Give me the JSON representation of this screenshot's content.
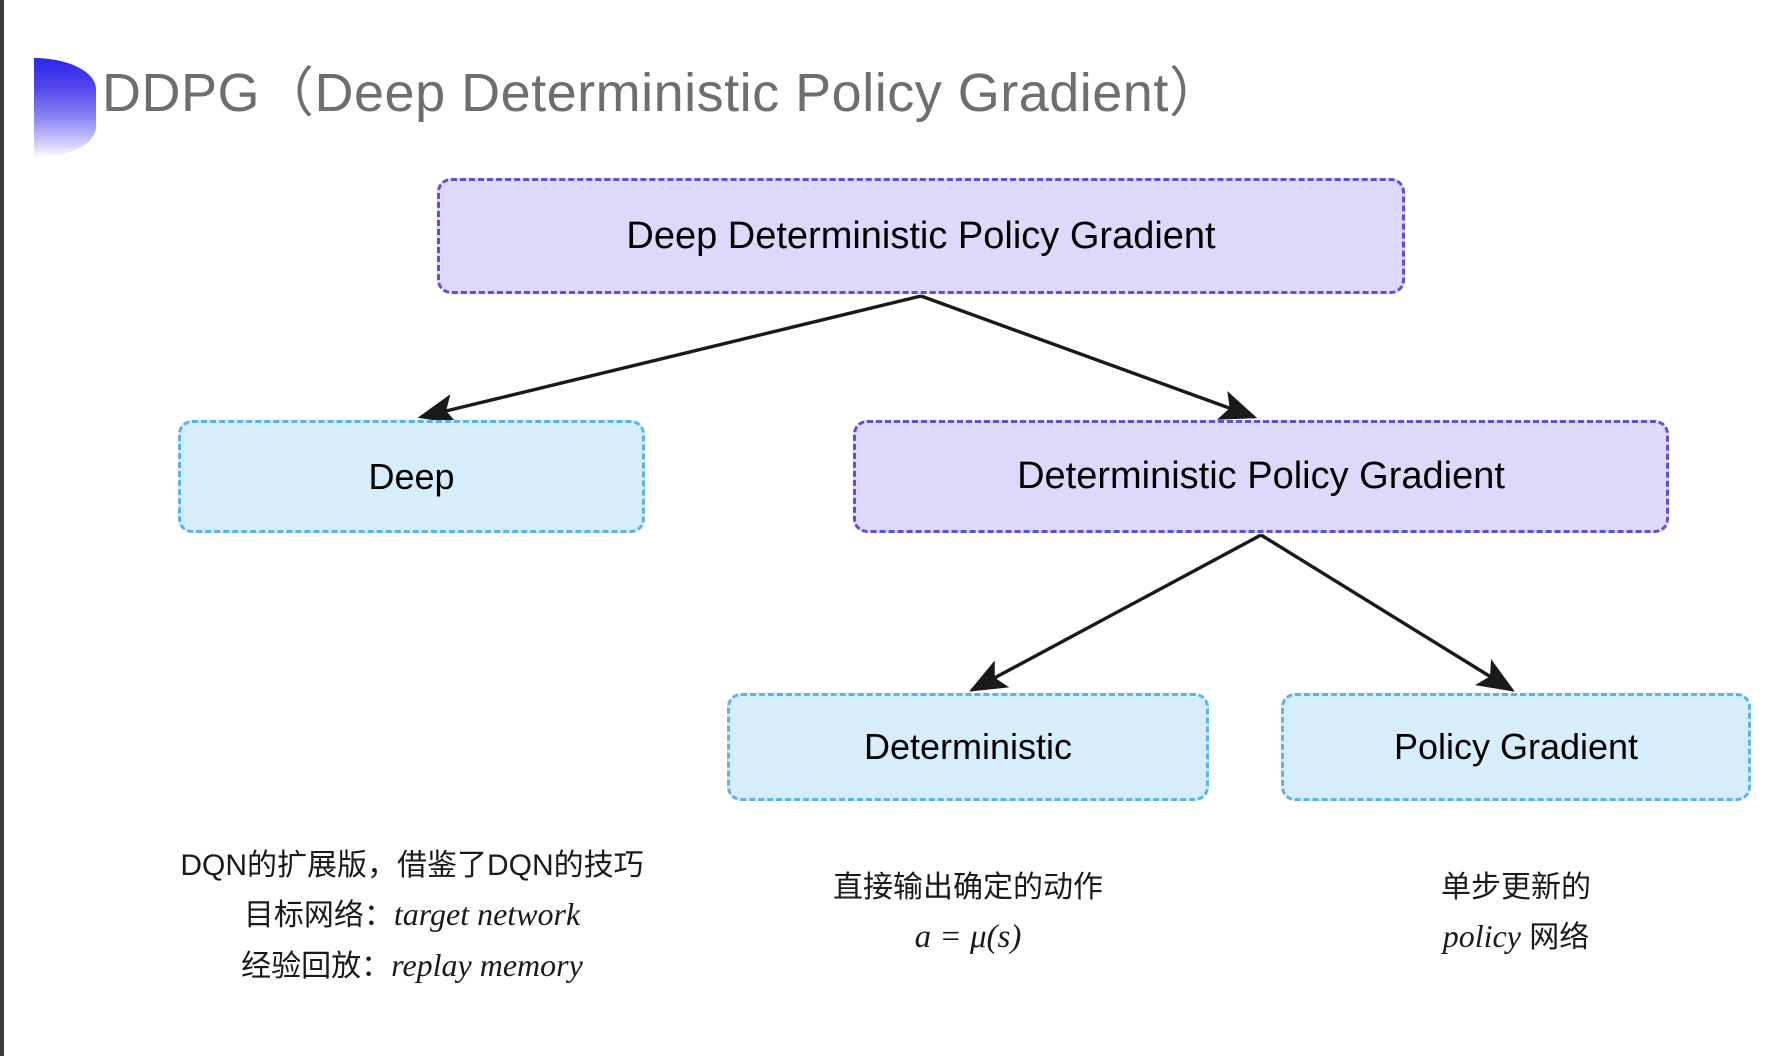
{
  "slide": {
    "title": "DDPG（Deep Deterministic Policy Gradient）",
    "background_color": "#ffffff",
    "accent_color": "#2a28e8"
  },
  "theme": {
    "purple_fill": "#dcd9fb",
    "purple_border": "#5b52d8",
    "blue_fill": "#d6edfb",
    "blue_border": "#5bb4e8",
    "arrow_color": "#1a1a1a",
    "title_color": "#6e6e6e"
  },
  "diagram": {
    "type": "tree",
    "nodes": [
      {
        "id": "root",
        "label": "Deep Deterministic Policy Gradient",
        "style": "purple",
        "level": 0
      },
      {
        "id": "deep",
        "label": "Deep",
        "style": "blue",
        "level": 1
      },
      {
        "id": "dpg",
        "label": "Deterministic Policy Gradient",
        "style": "purple",
        "level": 1
      },
      {
        "id": "det",
        "label": "Deterministic",
        "style": "blue",
        "level": 2
      },
      {
        "id": "pg",
        "label": "Policy Gradient",
        "style": "blue",
        "level": 2
      }
    ],
    "edges": [
      {
        "from": "root",
        "to": "deep"
      },
      {
        "from": "root",
        "to": "dpg"
      },
      {
        "from": "dpg",
        "to": "det"
      },
      {
        "from": "dpg",
        "to": "pg"
      }
    ]
  },
  "captions": {
    "deep": {
      "line1": "DQN的扩展版，借鉴了DQN的技巧",
      "line2_label": "目标网络：",
      "line2_term": "target network",
      "line3_label": "经验回放：",
      "line3_term": "replay memory"
    },
    "deterministic": {
      "line1": "直接输出确定的动作",
      "formula": "a = μ(s)"
    },
    "policy_gradient": {
      "line1": "单步更新的",
      "line2_term": "policy",
      "line2_suffix": " 网络"
    }
  }
}
